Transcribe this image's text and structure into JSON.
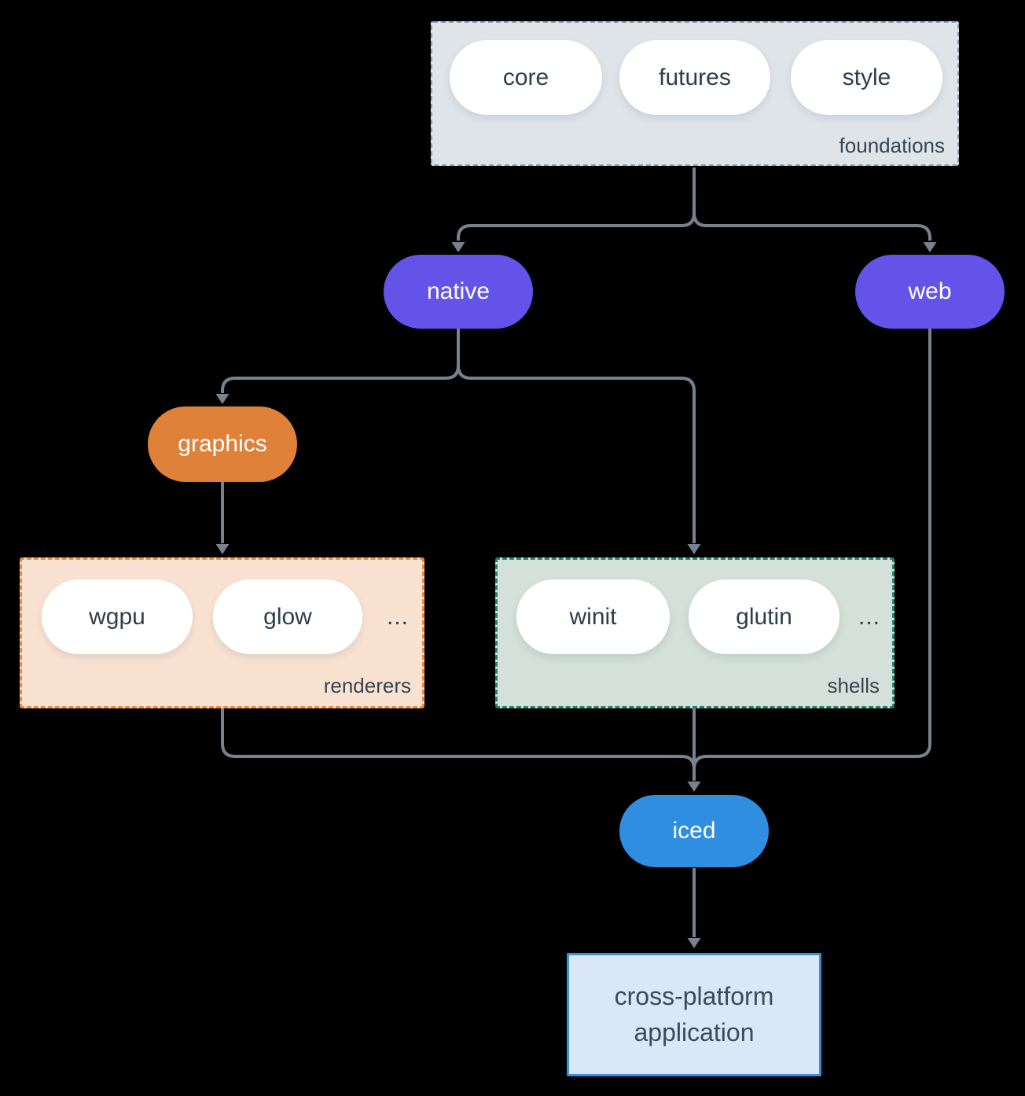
{
  "diagram": {
    "foundations": {
      "label": "foundations",
      "core": "core",
      "futures": "futures",
      "style": "style"
    },
    "native": "native",
    "web": "web",
    "graphics": "graphics",
    "renderers": {
      "label": "renderers",
      "wgpu": "wgpu",
      "glow": "glow",
      "ellipsis": "..."
    },
    "shells": {
      "label": "shells",
      "winit": "winit",
      "glutin": "glutin",
      "ellipsis": "..."
    },
    "iced": "iced",
    "application": {
      "line1": "cross-platform",
      "line2": "application"
    },
    "colors": {
      "background": "#000000",
      "purple_node": "#6353e9",
      "orange_node": "#e0813a",
      "blue_node": "#2f8edf",
      "connector": "#76828e",
      "foundations_fill": "#dfe4e8",
      "foundations_border": "#8e9aa6",
      "renderers_fill": "#f9e2d2",
      "renderers_border": "#ec8b3c",
      "shells_fill": "#d3e1da",
      "shells_border": "#25806e",
      "application_fill": "#d9e7f6",
      "application_border": "#3a8fdc",
      "pill_text": "#2f3e4b",
      "label_text": "#36454f",
      "white_pill": "#ffffff"
    }
  }
}
